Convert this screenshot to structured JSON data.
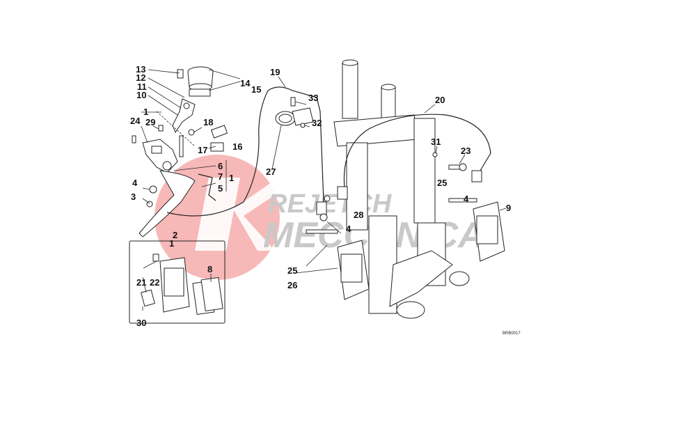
{
  "watermark": {
    "line1": "REJETCH",
    "line2": "MECCANICA",
    "logo_color": "#f4a0a0",
    "text_color": "#c9c9c9"
  },
  "drawing_code": "BRB0017",
  "callouts": [
    "13",
    "12",
    "11",
    "10",
    "1",
    "29",
    "24",
    "18",
    "17",
    "16",
    "14",
    "15",
    "6",
    "7",
    "1",
    "5",
    "4",
    "3",
    "2",
    "1",
    "19",
    "33",
    "32",
    "27",
    "20",
    "31",
    "23",
    "25",
    "4",
    "9",
    "28",
    "4",
    "25",
    "26",
    "8",
    "21",
    "22",
    "30"
  ]
}
